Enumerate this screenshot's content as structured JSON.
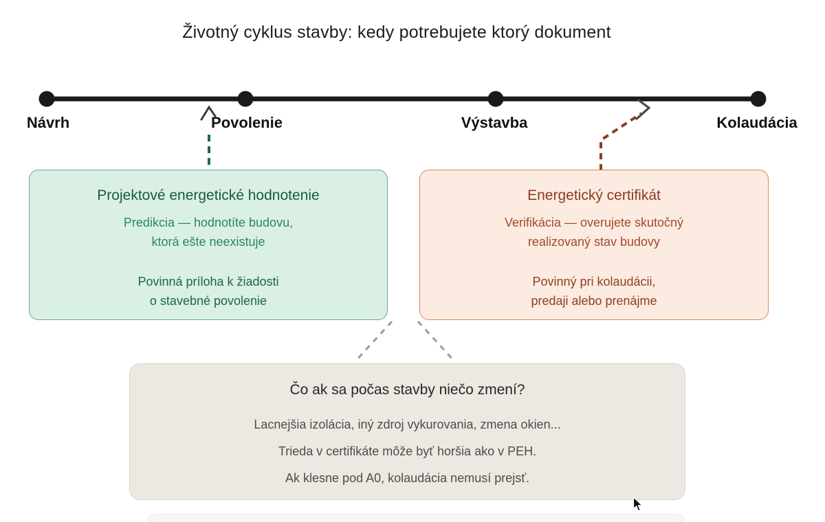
{
  "title": "Životný cyklus stavby: kedy potrebujete ktorý dokument",
  "timeline": {
    "stages": [
      {
        "label": "Návrh"
      },
      {
        "label": "Povolenie"
      },
      {
        "label": "Výstavba"
      },
      {
        "label": "Kolaudácia"
      }
    ]
  },
  "peh_card": {
    "title": "Projektové energetické hodnotenie",
    "prediction": "Predikcia — hodnotíte budovu,\nktorá ešte neexistuje",
    "requirement": "Povinná príloha k žiadosti\no stavebné povolenie"
  },
  "cert_card": {
    "title": "Energetický certifikát",
    "verification": "Verifikácia — overujete skutočný\nrealizovaný stav budovy",
    "requirement": "Povinný pri kolaudácii,\npredaji alebo prenájme"
  },
  "note_card": {
    "title": "Čo ak sa počas stavby niečo zmení?",
    "lines": [
      "Lacnejšia izolácia, iný zdroj vykurovania, zmena okien...",
      "Trieda v certifikáte môže byť horšia ako v PEH.",
      "Ak klesne pod A0, kolaudácia nemusí prejsť."
    ]
  },
  "palette": {
    "timeline": "#1a1a1a",
    "peh_fill": "#daf0e5",
    "peh_border": "#68a98a",
    "peh_accent": "#165a44",
    "peh_dash": "#1c6b52",
    "cert_fill": "#fcebe1",
    "cert_border": "#d8875e",
    "cert_accent": "#8c3a1e",
    "cert_dash": "#8e3d22",
    "note_fill": "#ebe9e1",
    "connector_gray": "#9b9b9b"
  }
}
